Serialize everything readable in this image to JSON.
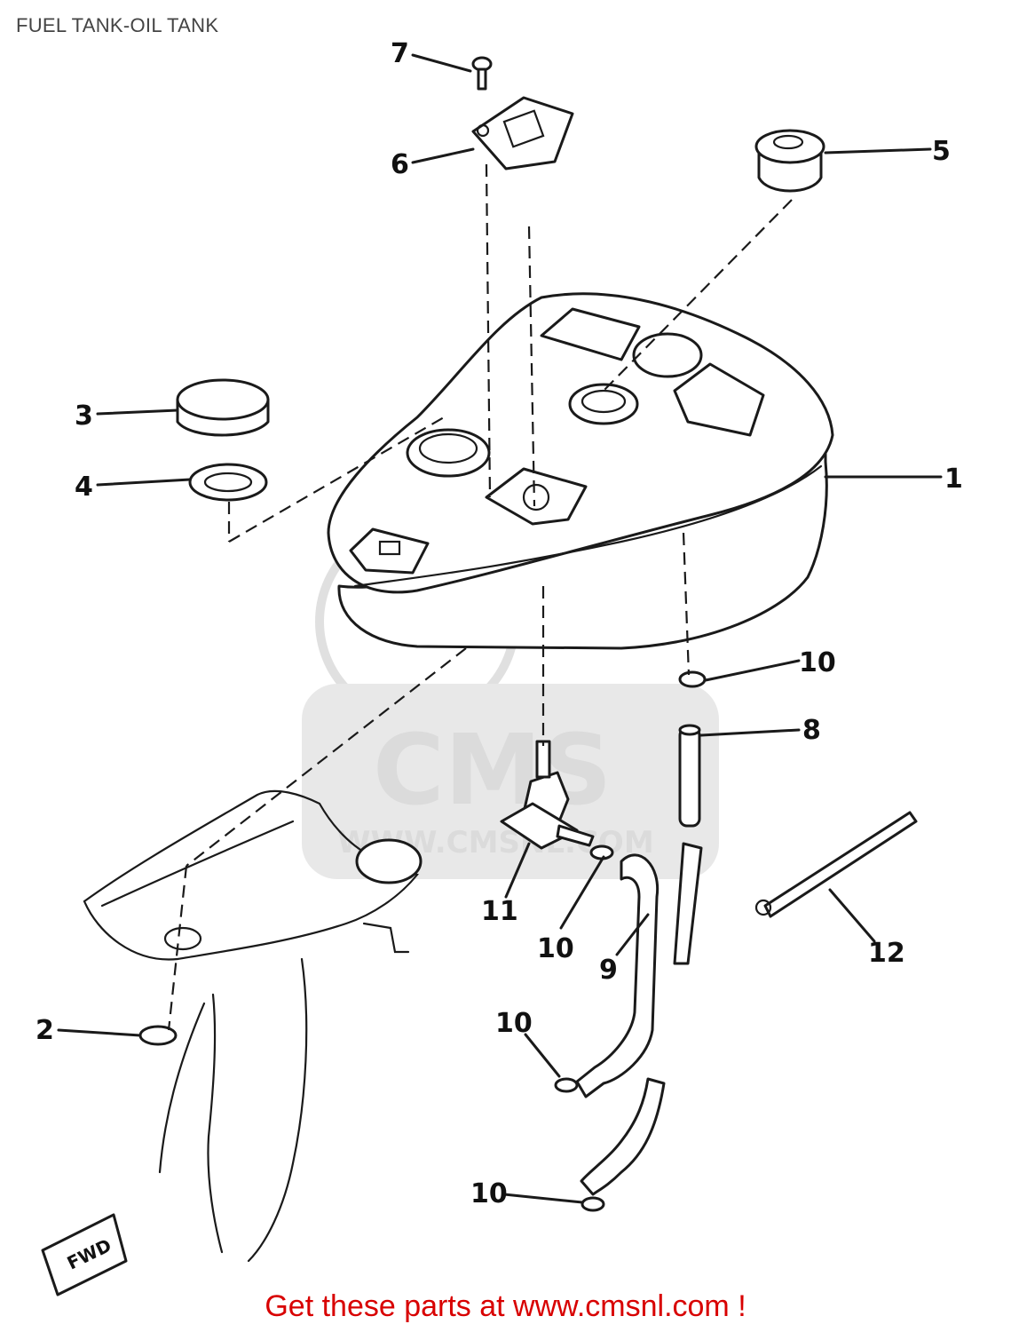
{
  "title": "FUEL TANK-OIL TANK",
  "callouts": [
    {
      "id": "1",
      "label": "1"
    },
    {
      "id": "2",
      "label": "2"
    },
    {
      "id": "3",
      "label": "3"
    },
    {
      "id": "4",
      "label": "4"
    },
    {
      "id": "5",
      "label": "5"
    },
    {
      "id": "6",
      "label": "6"
    },
    {
      "id": "7",
      "label": "7"
    },
    {
      "id": "8",
      "label": "8"
    },
    {
      "id": "9",
      "label": "9"
    },
    {
      "id": "10a",
      "label": "10"
    },
    {
      "id": "10b",
      "label": "10"
    },
    {
      "id": "10c",
      "label": "10"
    },
    {
      "id": "10d",
      "label": "10"
    },
    {
      "id": "11",
      "label": "11"
    },
    {
      "id": "12",
      "label": "12"
    }
  ],
  "fwd_marker": "FWD",
  "watermark": {
    "logo": "CMS",
    "url": "WWW.CMSNL.COM"
  },
  "footer": "Get these parts at www.cmsnl.com !",
  "colors": {
    "footer": "#d80000",
    "title": "#444444",
    "watermark": "#d8d8d8"
  }
}
